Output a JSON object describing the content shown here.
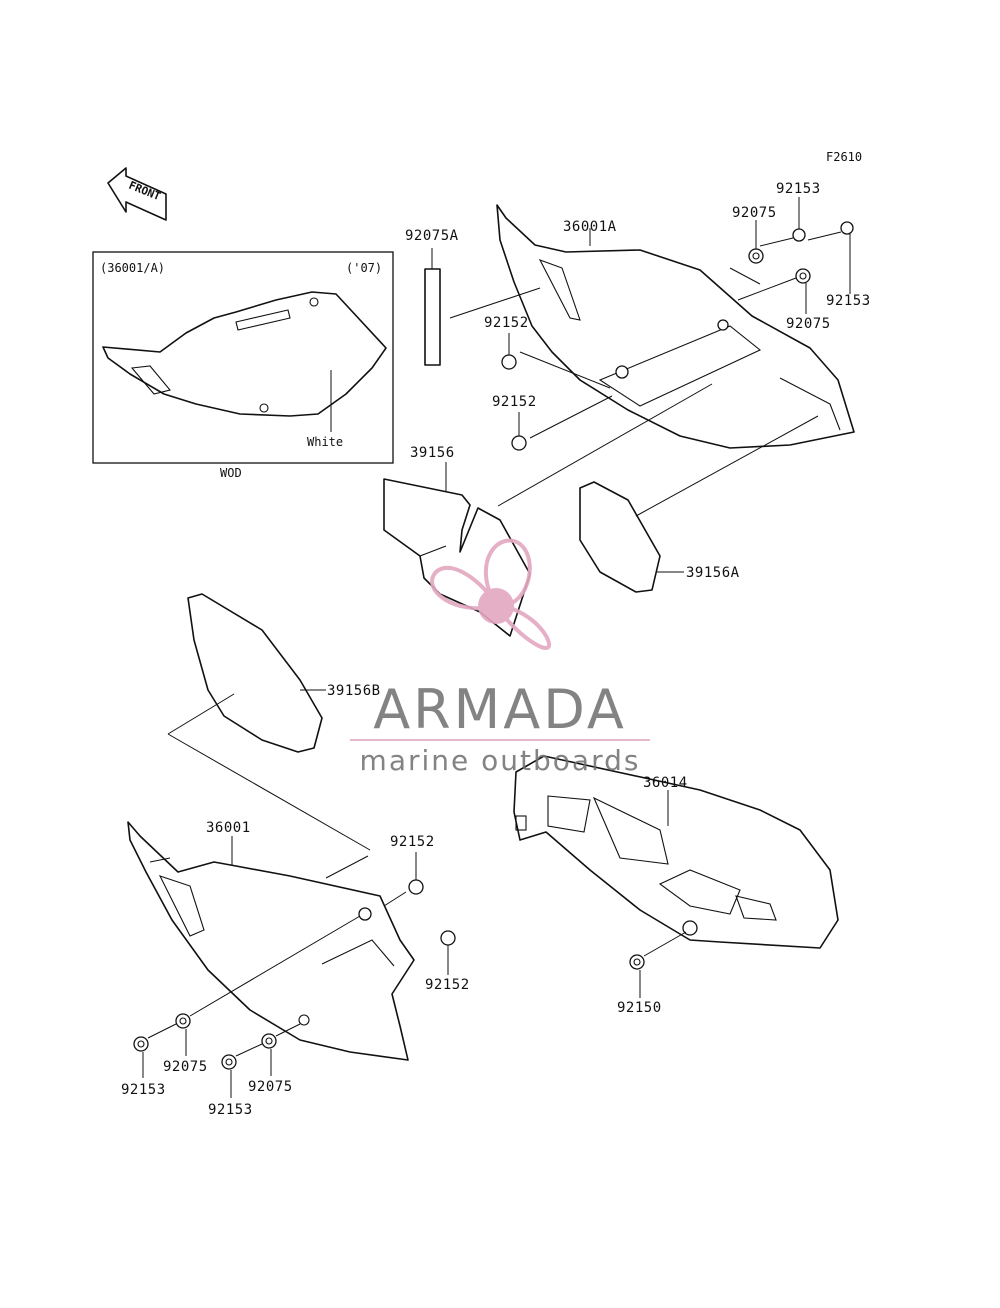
{
  "figure_code": "F2610",
  "front_arrow_label": "FRONT",
  "inset": {
    "part_ref": "(36001/A)",
    "year": "('07)",
    "color_note": "White",
    "caption": "WOD"
  },
  "callouts": {
    "p36001A": "36001A",
    "p92075A": "92075A",
    "p92075_top": "92075",
    "p92153_top_left": "92153",
    "p92153_top_right": "92153",
    "p92075_top_right": "92075",
    "p92152_upper": "92152",
    "p92152_lower": "92152",
    "p39156": "39156",
    "p39156A": "39156A",
    "p39156B": "39156B",
    "p36014": "36014",
    "p36001": "36001",
    "p92152_bl_upper": "92152",
    "p92152_bl_lower": "92152",
    "p92150": "92150",
    "p92075_bl_a": "92075",
    "p92075_bl_b": "92075",
    "p92153_bl_a": "92153",
    "p92153_bl_b": "92153"
  },
  "watermark": {
    "brand": "ARMADA",
    "tagline": "marine outboards",
    "logo_color": "#e3a7c0",
    "text_color": "#6e6e6e"
  }
}
